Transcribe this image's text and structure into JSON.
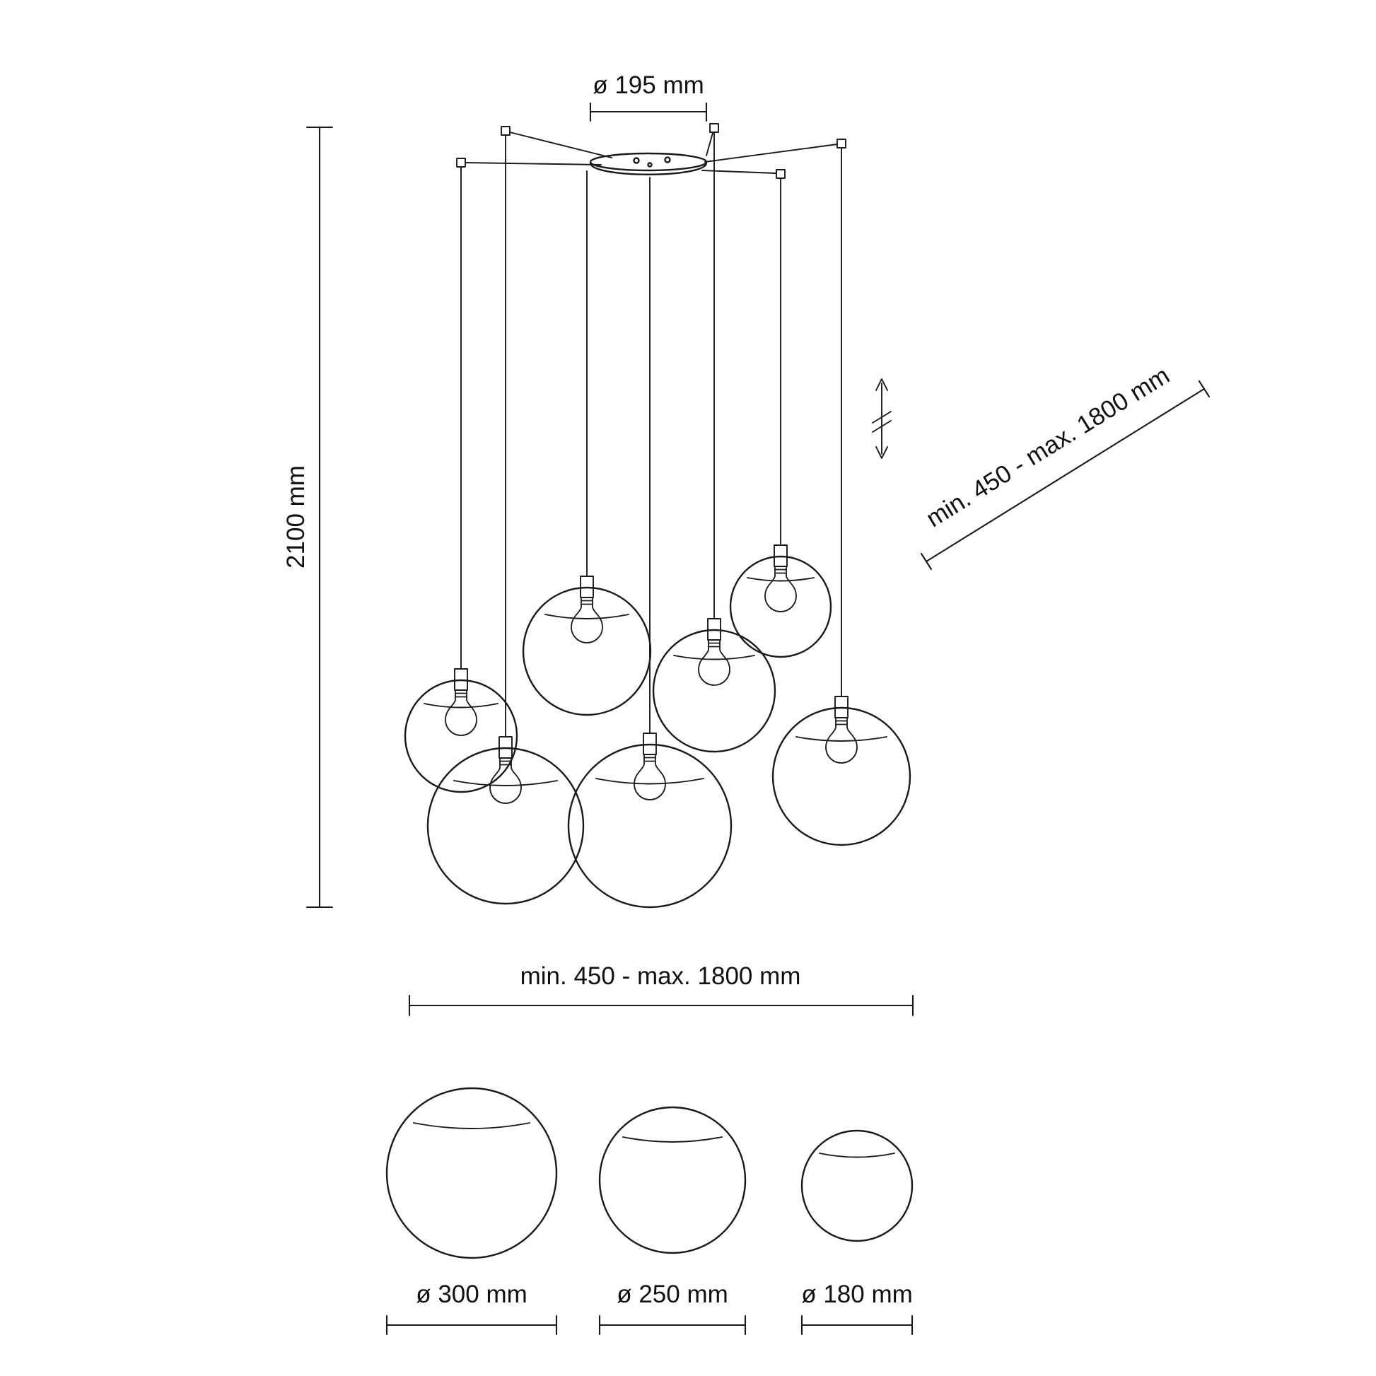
{
  "diagram": {
    "subject": "Spider pendant lamp with seven glass globes - technical dimension drawing",
    "globe_count": 7,
    "labels": {
      "canopy_diameter": "ø 195 mm",
      "overall_height": "2100 mm",
      "cable_length": "min. 450 - max. 1800 mm",
      "spread_width": "min. 450 - max. 1800 mm",
      "globe_large": "ø 300 mm",
      "globe_medium": "ø 250 mm",
      "globe_small": "ø 180 mm"
    },
    "colors": {
      "line": "#1a1a1a",
      "background": "#ffffff"
    }
  }
}
